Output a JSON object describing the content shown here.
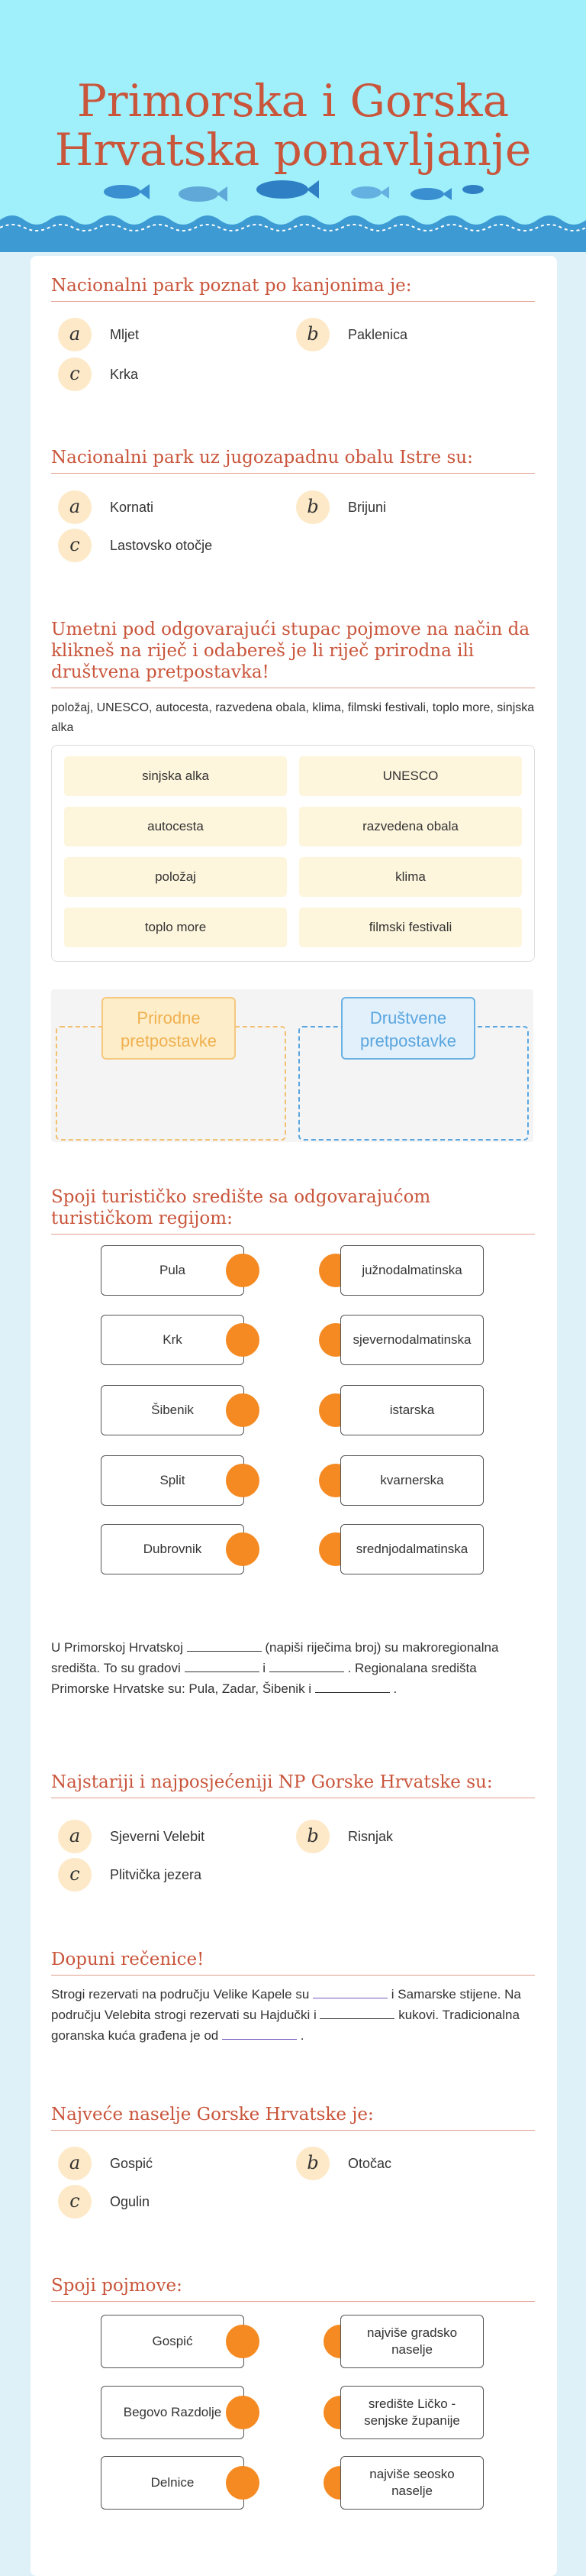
{
  "header": {
    "title_line1": "Primorska i Gorska",
    "title_line2": "Hrvatska ponavljanje",
    "bg_color": "#9ff0fb",
    "title_color": "#c9553b"
  },
  "q1": {
    "title": "Nacionalni park poznat po kanjonima je:",
    "options": [
      {
        "letter": "a",
        "label": "Mljet"
      },
      {
        "letter": "b",
        "label": "Paklenica"
      },
      {
        "letter": "c",
        "label": "Krka"
      }
    ]
  },
  "q2": {
    "title": "Nacionalni park uz jugozapadnu obalu Istre su:",
    "options": [
      {
        "letter": "a",
        "label": "Kornati"
      },
      {
        "letter": "b",
        "label": "Brijuni"
      },
      {
        "letter": "c",
        "label": "Lastovsko otočje"
      }
    ]
  },
  "q3": {
    "title": " Umetni pod odgovarajući stupac pojmove na način da klikneš na riječ i odabereš je li riječ prirodna ili društvena pretpostavka!",
    "word_list": "položaj, UNESCO, autocesta, razvedena obala, klima, filmski festivali, toplo more, sinjska alka",
    "chips": [
      "sinjska alka",
      "UNESCO",
      "autocesta",
      "razvedena obala",
      "položaj",
      "klima",
      "toplo more",
      "filmski festivali"
    ],
    "bin_nat": "Prirodne pretpostavke",
    "bin_soc": "Društvene pretpostavke"
  },
  "q4": {
    "title": "Spoji turističko središte sa odgovarajućom turističkom regijom:",
    "left": [
      "Pula",
      "Krk",
      "Šibenik",
      "Split",
      "Dubrovnik"
    ],
    "right": [
      "južnodalmatinska",
      "sjevernodalmatinska",
      "istarska",
      "kvarnerska",
      "srednjodalmatinska"
    ]
  },
  "q5": {
    "t1": "U Primorskoj Hrvatskoj",
    "t2": "(napiši riječima broj) su makroregionalna središta. To su gradovi",
    "t3": "i",
    "t4": ".",
    "t5": "Regionalana središta Primorske Hrvatske su: Pula, Zadar, Šibenik i",
    "t6": "."
  },
  "q6": {
    "title": "Najstariji i najposjećeniji NP Gorske Hrvatske su:",
    "options": [
      {
        "letter": "a",
        "label": "Sjeverni Velebit"
      },
      {
        "letter": "b",
        "label": "Risnjak"
      },
      {
        "letter": "c",
        "label": "Plitvička jezera"
      }
    ]
  },
  "q7": {
    "title": "Dopuni rečenice!",
    "t1": "Strogi rezervati na području Velike Kapele su",
    "t2": "i Samarske stijene. Na području Velebita strogi rezervati su Hajdučki i",
    "t3": "kukovi. Tradicionalna goranska kuća građena je od",
    "t4": "."
  },
  "q8": {
    "title": "Najveće naselje Gorske Hrvatske je:",
    "options": [
      {
        "letter": "a",
        "label": "Gospić"
      },
      {
        "letter": "b",
        "label": "Otočac"
      },
      {
        "letter": "c",
        "label": "Ogulin"
      }
    ]
  },
  "q9": {
    "title": "Spoji pojmove:",
    "left": [
      "Gospić",
      "Begovo Razdolje",
      "Delnice"
    ],
    "right": [
      "najviše gradsko naselje",
      "središte Ličko - senjske županije",
      "najviše seosko naselje"
    ]
  },
  "colors": {
    "accent": "#c9553b",
    "badge": "#fde9c7",
    "dot": "#f58a22",
    "chip": "#fdf5dc"
  }
}
